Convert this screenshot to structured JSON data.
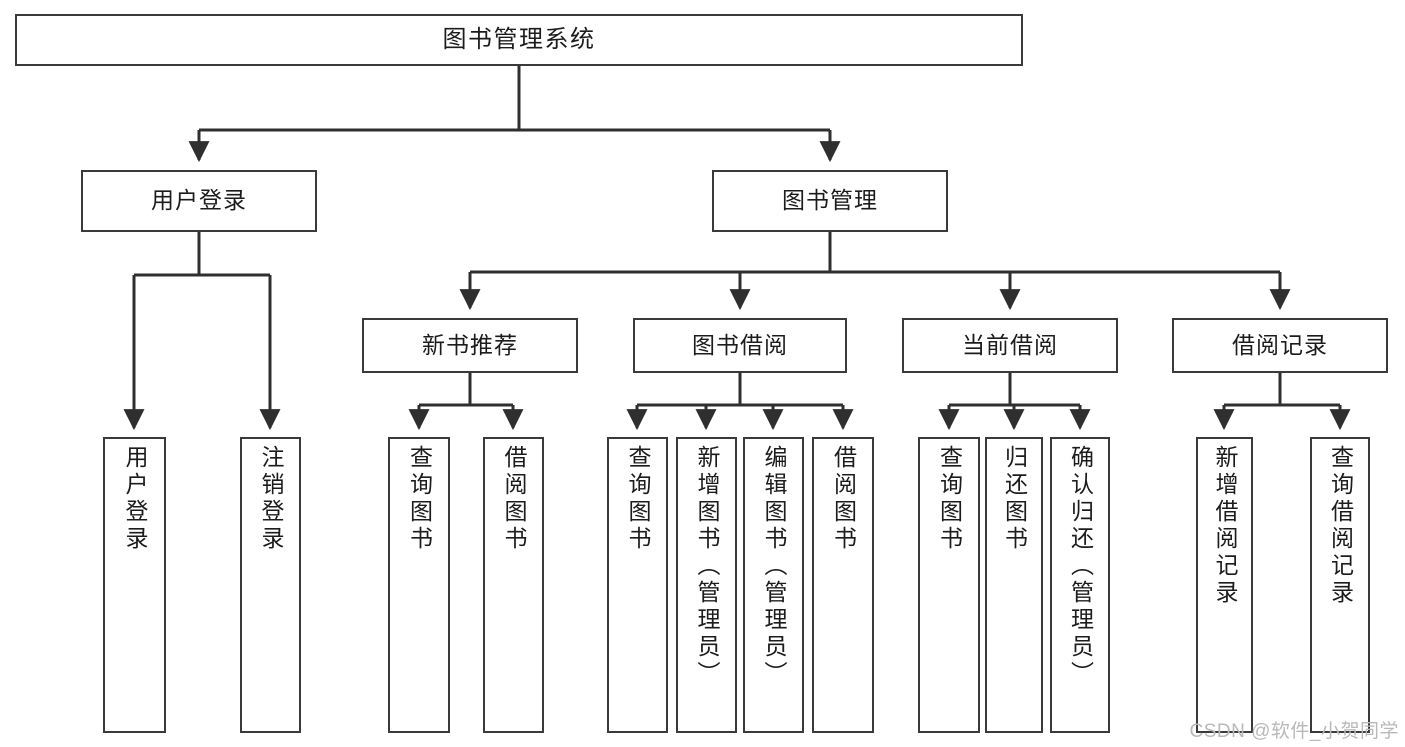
{
  "diagram": {
    "type": "tree-hierarchy",
    "title": "图书管理系统",
    "watermark": "CSDN @软件_小贺同学",
    "colors": {
      "node_border": "#3a3a3a",
      "node_fill": "#ffffff",
      "edge": "#2f2f2f",
      "text": "#1c1c1c",
      "watermark": "#b9b9b9",
      "background": "#ffffff"
    },
    "root": {
      "label": "图书管理系统"
    },
    "level2": [
      {
        "id": "user-login",
        "label": "用户登录"
      },
      {
        "id": "book-management",
        "label": "图书管理"
      }
    ],
    "level3": [
      {
        "id": "new-book-recommend",
        "label": "新书推荐"
      },
      {
        "id": "book-borrow",
        "label": "图书借阅"
      },
      {
        "id": "current-borrow",
        "label": "当前借阅"
      },
      {
        "id": "borrow-record",
        "label": "借阅记录"
      }
    ],
    "leaves": {
      "user-login": [
        {
          "id": "leaf-user-login",
          "label": "用户登录"
        },
        {
          "id": "leaf-logout-login",
          "label": "注销登录"
        }
      ],
      "new-book-recommend": [
        {
          "id": "leaf-query-book-1",
          "label": "查询图书"
        },
        {
          "id": "leaf-borrow-book-1",
          "label": "借阅图书"
        }
      ],
      "book-borrow": [
        {
          "id": "leaf-query-book-2",
          "label": "查询图书"
        },
        {
          "id": "leaf-add-book-admin",
          "label": "新增图书（管理员）"
        },
        {
          "id": "leaf-edit-book-admin",
          "label": "编辑图书（管理员）"
        },
        {
          "id": "leaf-borrow-book-2",
          "label": "借阅图书"
        }
      ],
      "current-borrow": [
        {
          "id": "leaf-query-book-3",
          "label": "查询图书"
        },
        {
          "id": "leaf-return-book",
          "label": "归还图书"
        },
        {
          "id": "leaf-confirm-return-admin",
          "label": "确认归还（管理员）"
        }
      ],
      "borrow-record": [
        {
          "id": "leaf-add-borrow-record",
          "label": "新增借阅记录"
        },
        {
          "id": "leaf-query-borrow-record",
          "label": "查询借阅记录"
        }
      ]
    }
  }
}
